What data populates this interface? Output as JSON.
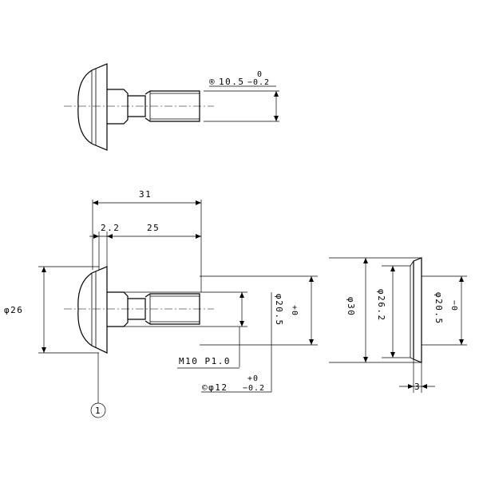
{
  "drawing": {
    "top_view": {
      "tolerance_dim": {
        "prefix": "®",
        "nominal": "10.5",
        "upper": "0",
        "lower": "−0.2"
      }
    },
    "main_view": {
      "overall_length": "31",
      "head_thickness": "2.2",
      "shank_length": "25",
      "head_diameter": "φ26",
      "neck_diameter": {
        "nominal": "φ20.5",
        "upper": "+0",
        "lower": ""
      },
      "thread": "M10 P1.0",
      "shoulder_diameter": {
        "prefix": "©φ12",
        "upper": "+0",
        "lower": "−0.2"
      },
      "balloon": "1"
    },
    "section_view": {
      "outer_diameter": "φ30",
      "inner_diameter": "φ26.2",
      "bore_diameter": {
        "nominal": "φ20.5",
        "upper": "−0",
        "lower": ""
      },
      "thickness": "3"
    }
  }
}
